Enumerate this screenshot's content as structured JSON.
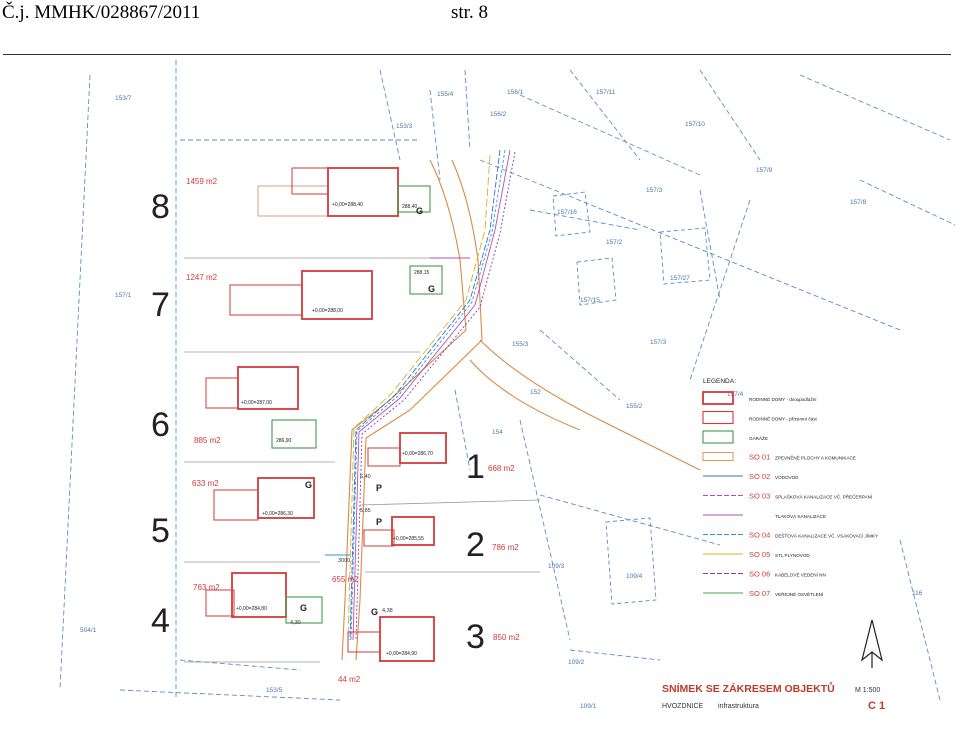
{
  "header": {
    "ref": "Č.j. MMHK/028867/2011",
    "page": "str. 8"
  },
  "colors": {
    "house_red": "#d33a3a",
    "garage_green": "#3f9a4a",
    "parcel_blue": "#5a8fc6",
    "road_orange": "#d98b45",
    "ink": "#222222"
  },
  "lots": [
    {
      "number": "8",
      "area": "1459 m2",
      "level": "+0,00=288,40",
      "garage": "288,40"
    },
    {
      "number": "7",
      "area": "1247 m2",
      "level": "+0,00=288,00",
      "garage": "288,15"
    },
    {
      "number": "6",
      "area": "885 m2",
      "level": "+0,00=287,00",
      "garage": "286,90"
    },
    {
      "number": "5",
      "area": "633 m2",
      "level": "+0,00=286,30"
    },
    {
      "number": "4",
      "area": "763 m2",
      "level": "+0,00=284,80"
    },
    {
      "number": "1",
      "area": "668 m2",
      "level": "+0,00=286,70"
    },
    {
      "number": "2",
      "area": "786 m2",
      "level": "+0,00=285,55"
    },
    {
      "number": "3",
      "area": "850 m2",
      "level": "+0,00=284,90"
    },
    {
      "number": "",
      "area": "44 m2"
    },
    {
      "number": "",
      "area": "655 m2"
    }
  ],
  "parcels": [
    "153/7",
    "155/4",
    "156/1",
    "157/11",
    "153/3",
    "156/2",
    "157/10",
    "157/9",
    "157/3",
    "157/16",
    "157/8",
    "157/2",
    "157/27",
    "157/1",
    "157/15",
    "155/3",
    "157/3",
    "155/2",
    "154",
    "153/1",
    "109/3",
    "109/4",
    "109/2",
    "109/1",
    "153/5",
    "116",
    "504/1",
    "157/4",
    "152"
  ],
  "marks": {
    "garage": "G",
    "parking": "P",
    "dim_640": "6,40",
    "dim_585": "5,85",
    "dim_438": "4,38",
    "dim_430": "4,30",
    "dim_3000": "3000"
  },
  "legend": {
    "title": "LEGENDA:",
    "items": [
      {
        "code": "",
        "label": "RODINNÉ DOMY - dvoupodlažní",
        "color": "#d33a3a"
      },
      {
        "code": "",
        "label": "RODINNÉ DOMY - přízemní část",
        "color": "#d33a3a"
      },
      {
        "code": "",
        "label": "GARÁŽE",
        "color": "#3f9a4a"
      },
      {
        "code": "SO 01",
        "label": "ZPEVNĚNÉ PLOCHY A KOMUNIKACE",
        "color": "#d98b45"
      },
      {
        "code": "SO 02",
        "label": "VODOVOD",
        "color": "#3a6fd3"
      },
      {
        "code": "SO 03",
        "label": "SPLAŠKOVÁ KANALIZACE VČ. PŘEČERPANÍ",
        "color": "#b84fb0"
      },
      {
        "code": "",
        "label": "TLAKOVÁ KANALIZACE",
        "color": "#b84fb0"
      },
      {
        "code": "SO 04",
        "label": "DEŠŤOVÁ KANALIZACE VČ. VSAKOVACÍ JÍMKY",
        "color": "#2f9ad0"
      },
      {
        "code": "SO 05",
        "label": "STL PLYNOVOD",
        "color": "#d4b32a"
      },
      {
        "code": "SO 06",
        "label": "KABELOVÉ VEDENÍ NN",
        "color": "#7a3fc0"
      },
      {
        "code": "SO 07",
        "label": "VEŘEJNÉ OSVĚTLENÍ",
        "color": "#3fa84a"
      }
    ]
  },
  "title_block": {
    "title": "SNÍMEK SE ZÁKRESEM OBJEKTŮ",
    "place": "HVOZDNICE",
    "subtitle": "infrastruktura",
    "scale": "M 1:500",
    "sheet": "C 1"
  }
}
